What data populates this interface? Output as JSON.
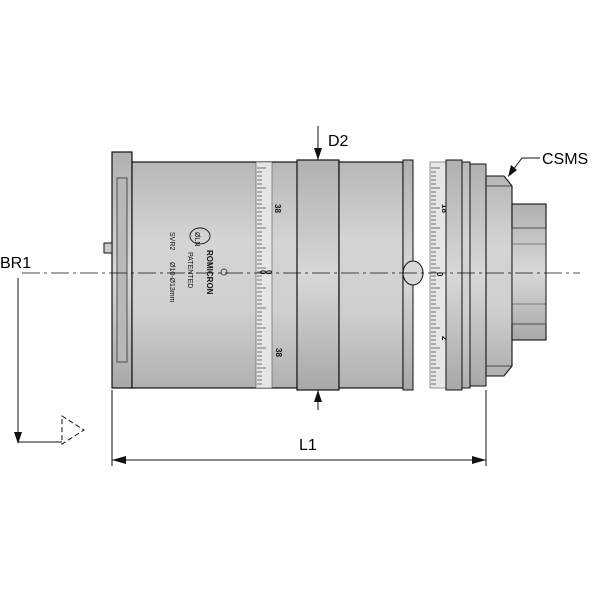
{
  "labels": {
    "d2": "D2",
    "csms": "CSMS",
    "br1": "BR1",
    "l1": "L1"
  },
  "body_text": {
    "patented": "PATENTED",
    "brand": "ROMICRON",
    "logo": "ØLN",
    "model_code": "SVR2",
    "range": "Ø10-Ø13mm"
  },
  "scale_front": {
    "top_number": "38",
    "zero": "0",
    "zero_right": "0",
    "bottom_number": "38"
  },
  "scale_rear": {
    "top_number": "18",
    "zero": "0",
    "zero_right": "0",
    "bottom_number": "2"
  },
  "colors": {
    "body_fill": "#c8c8c8",
    "body_dark": "#9a9a9a",
    "outline": "#111111"
  }
}
